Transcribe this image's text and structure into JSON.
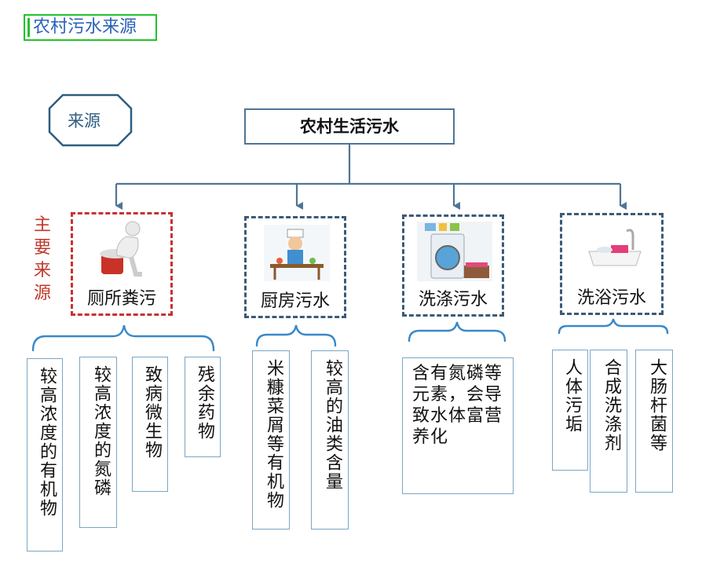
{
  "page_heading": "农村污水来源",
  "source_label": "来源",
  "root": "农村生活污水",
  "main_source_label": "主要来源",
  "categories": [
    {
      "name": "厕所粪污",
      "primary": true,
      "icon": "toilet-person-icon",
      "items": [
        "较高浓度的有机物",
        "较高浓度的氮磷",
        "致病微生物",
        "残余药物"
      ]
    },
    {
      "name": "厨房污水",
      "primary": false,
      "icon": "cook-icon",
      "items": [
        "米糠菜屑等有机物",
        "较高的油类含量"
      ]
    },
    {
      "name": "洗涤污水",
      "primary": false,
      "icon": "washing-machine-icon",
      "items": [
        "含有氮磷等元素，会导致水体富营养化"
      ]
    },
    {
      "name": "洗浴污水",
      "primary": false,
      "icon": "bathtub-icon",
      "items": [
        "人体污垢",
        "合成洗涤剂",
        "大肠杆菌等"
      ]
    }
  ],
  "colors": {
    "line": "#4f7596",
    "primary_dash": "#c73232",
    "secondary_dash": "#3c5a77",
    "heading": "#2a63b8",
    "heading_border": "#22c32a"
  }
}
